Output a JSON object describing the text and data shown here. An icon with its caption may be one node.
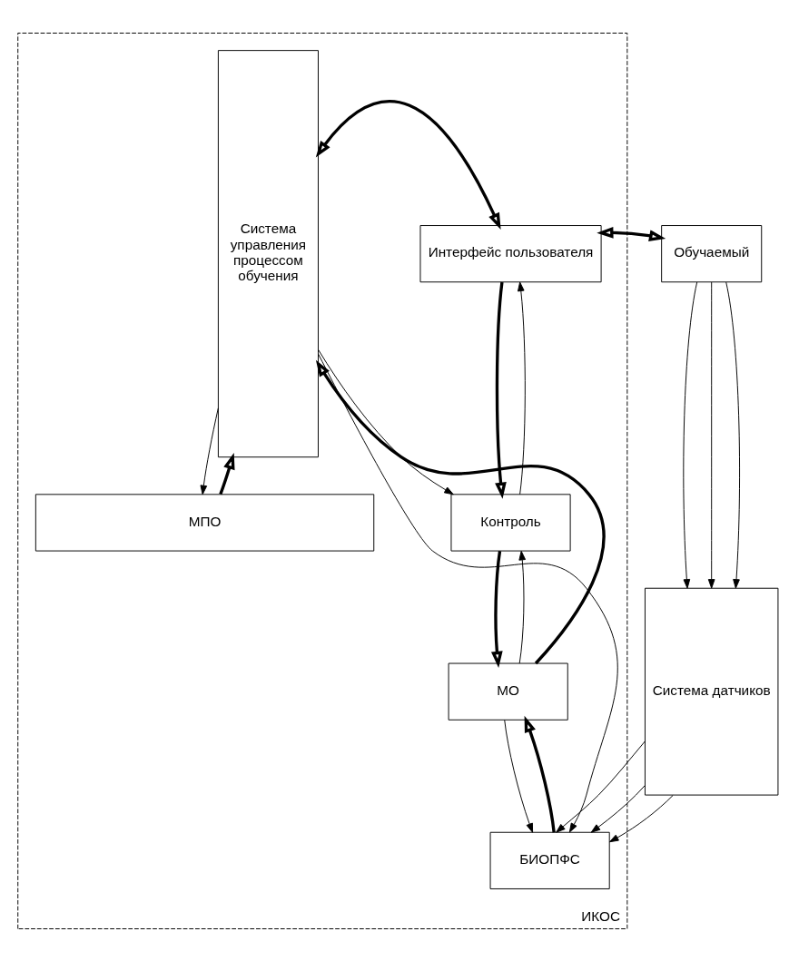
{
  "diagram": {
    "nodes": [
      {
        "text": [
          "ИКОС"
        ]
      },
      {
        "text": [
          "Система управления процессом обучения"
        ],
        "in": 0
      },
      {
        "text": [
          "Интерфейс пользователя"
        ],
        "in": 0
      },
      {
        "text": [
          "Контроль"
        ],
        "in": 0
      },
      {
        "text": [
          "МО"
        ],
        "in": 0
      },
      {
        "text": [
          "БИОПФС"
        ],
        "in": 0
      },
      {
        "text": [
          "МПО"
        ],
        "in": 0
      },
      {
        "text": [
          "Обучаемый"
        ]
      },
      {
        "text": [
          "Система датчиков"
        ]
      }
    ],
    "edges": [
      {
        "from": 1,
        "to": 2,
        "arrow": "both",
        "style": "thick"
      },
      {
        "from": 2,
        "to": 7,
        "arrow": "both",
        "style": "thick"
      },
      {
        "from": 3,
        "to": 2,
        "arrow": "to"
      },
      {
        "from": 2,
        "to": 3,
        "arrow": "to",
        "style": "thick"
      },
      {
        "from": 1,
        "to": 3,
        "arrow": "to"
      },
      {
        "from": 4,
        "to": 3,
        "arrow": "to"
      },
      {
        "from": 3,
        "to": 4,
        "arrow": "to",
        "style": "thick"
      },
      {
        "from": 4,
        "to": 1,
        "arrow": "to",
        "style": "thick"
      },
      {
        "from": 4,
        "to": 5,
        "arrow": "to"
      },
      {
        "from": 5,
        "to": 4,
        "arrow": "to",
        "style": "thick"
      },
      {
        "from": 1,
        "to": 5,
        "arrow": "to"
      },
      {
        "from": 7,
        "to": 8,
        "arrow": "to"
      },
      {
        "from": 7,
        "to": 8,
        "arrow": "to"
      },
      {
        "from": 7,
        "to": 8,
        "arrow": "to"
      },
      {
        "from": 8,
        "to": 5,
        "arrow": "to"
      },
      {
        "from": 8,
        "to": 5,
        "arrow": "to"
      },
      {
        "from": 8,
        "to": 5,
        "arrow": "to"
      },
      {
        "from": 1,
        "to": 6,
        "arrow": "to"
      },
      {
        "from": 6,
        "to": 1,
        "arrow": "to",
        "style": "thick"
      }
    ]
  }
}
